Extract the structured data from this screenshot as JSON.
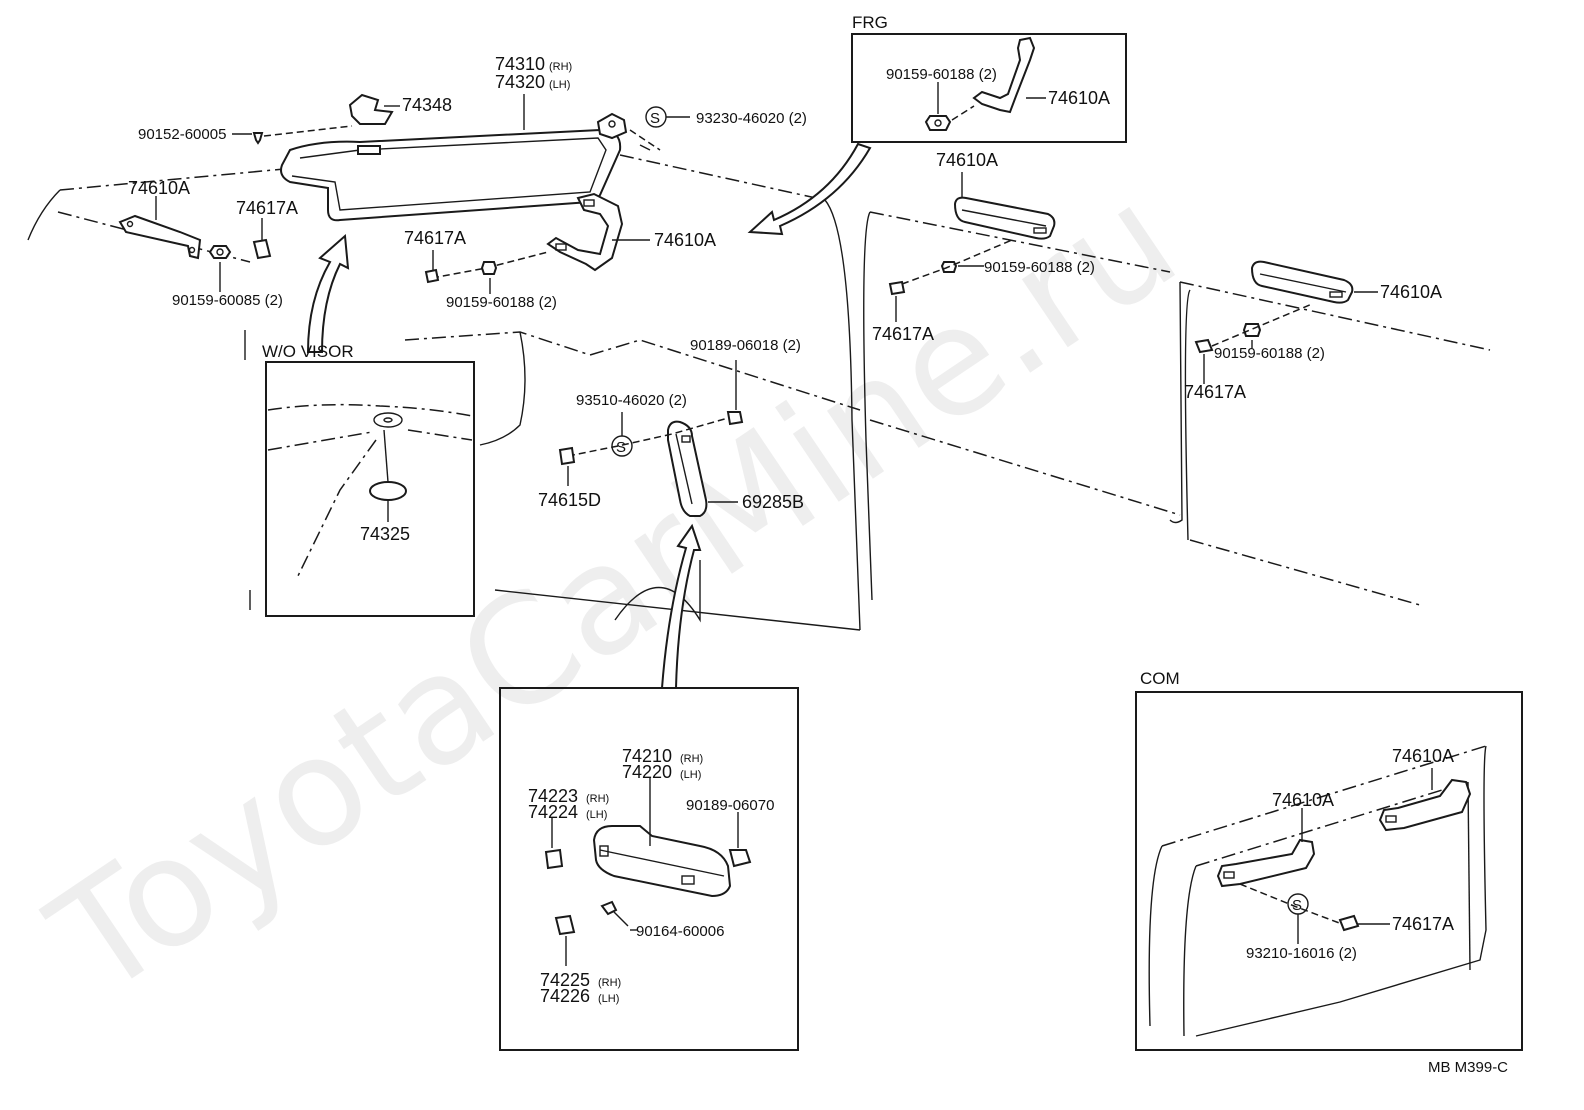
{
  "watermark": "ToyotaCarMine.ru",
  "footer_code": "MB  M399-C",
  "insets": {
    "frg": "FRG",
    "wo_visor": "W/O  VISOR",
    "com": "COM"
  },
  "parts": {
    "p74310": "74310",
    "p74310_side": "(RH)",
    "p74320": "74320",
    "p74320_side": "(LH)",
    "p74348": "74348",
    "p90152": "90152-60005",
    "p93230": "93230-46020 (2)",
    "p74610a_left": "74610A",
    "p74617a_left": "74617A",
    "p90159_60085": "90159-60085 (2)",
    "p74617a_mid": "74617A",
    "p90159_mid": "90159-60188 (2)",
    "p74610a_mid": "74610A",
    "frg_90159": "90159-60188 (2)",
    "frg_74610a": "74610A",
    "p74610a_r1": "74610A",
    "p90159_r1": "90159-60188 (2)",
    "p74617a_r1": "74617A",
    "p74610a_r2": "74610A",
    "p90159_r2": "90159-60188 (2)",
    "p74617a_r2": "74617A",
    "p74325": "74325",
    "p90189_06018": "90189-06018 (2)",
    "p93510": "93510-46020 (2)",
    "p74615d": "74615D",
    "p69285b": "69285B",
    "p74210": "74210",
    "p74210_side": "(RH)",
    "p74220": "74220",
    "p74220_side": "(LH)",
    "p74223": "74223",
    "p74223_side": "(RH)",
    "p74224": "74224",
    "p74224_side": "(LH)",
    "p90189_06070": "90189-06070",
    "p90164": "90164-60006",
    "p74225": "74225",
    "p74225_side": "(RH)",
    "p74226": "74226",
    "p74226_side": "(LH)",
    "com_74610a_top": "74610A",
    "com_74610a_left": "74610A",
    "com_74617a": "74617A",
    "com_93210": "93210-16016 (2)"
  },
  "symbols": {
    "s_mark": "S"
  }
}
